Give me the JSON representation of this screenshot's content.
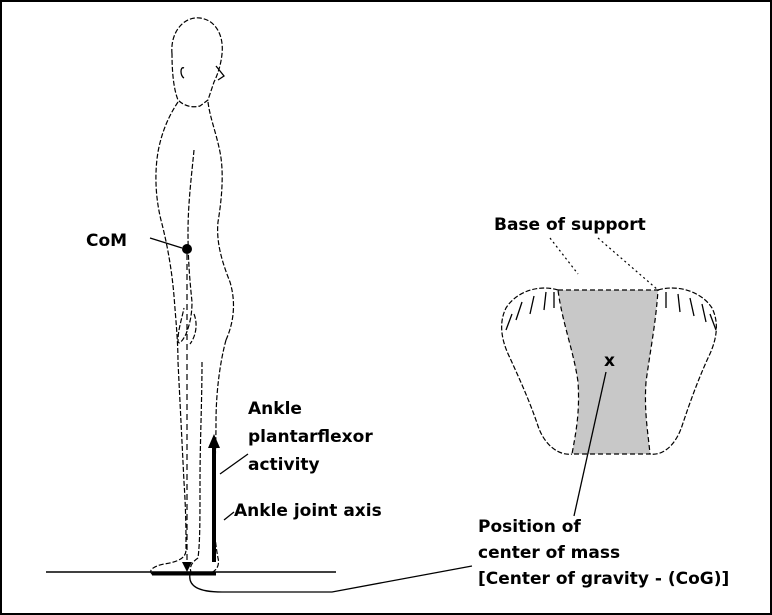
{
  "labels": {
    "com": "CoM",
    "ankle_plantarflexor_line1": "Ankle",
    "ankle_plantarflexor_line2": "plantarflexor",
    "ankle_plantarflexor_line3": "activity",
    "ankle_joint_axis": "Ankle joint axis",
    "base_of_support": "Base of support",
    "cog_marker": "x",
    "position_line1": "Position of",
    "position_line2": "center of mass",
    "position_line3": "[Center of gravity - (CoG)]"
  },
  "colors": {
    "support_fill": "#c8c8c8",
    "line": "#000000",
    "background": "#ffffff"
  }
}
